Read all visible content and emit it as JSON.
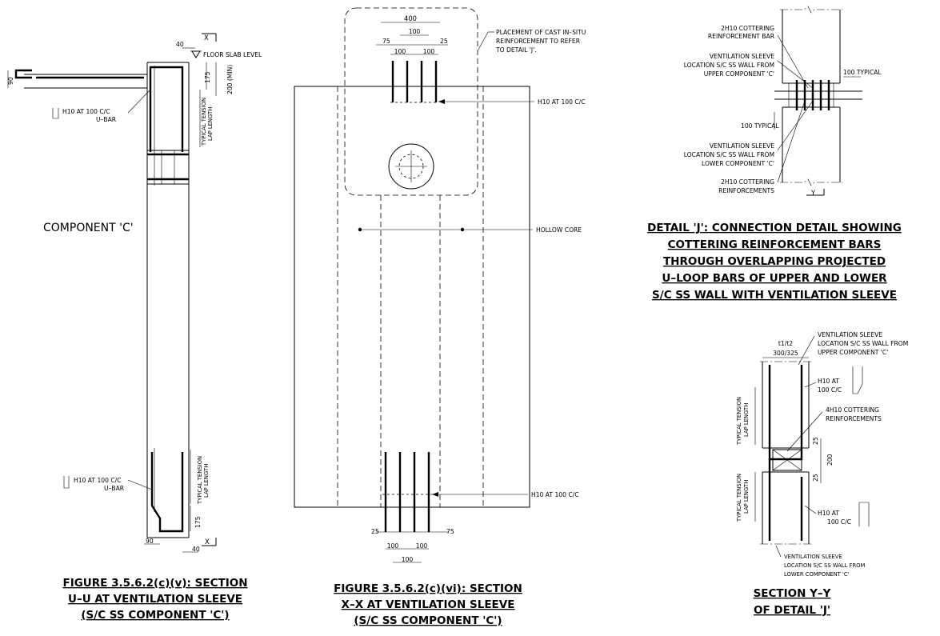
{
  "u_section": {
    "marker_top": "X",
    "marker_bottom": "X",
    "dim_40_top": "40",
    "dim_90_left": "90",
    "dim_175_top": "175",
    "dim_200_min": "200 (MIN)",
    "floor_slab_level": "FLOOR SLAB LEVEL",
    "ubar_note_top_1": "H10 AT 100 C/C",
    "ubar_note_top_2": "U–BAR",
    "lap_top_1": "TYPICAL TENSION",
    "lap_top_2": "LAP LENGTH",
    "component": "COMPONENT 'C'",
    "ubar_note_bot_1": "H10 AT 100 C/C",
    "ubar_note_bot_2": "U–BAR",
    "lap_bot_1": "TYPICAL TENSION",
    "lap_bot_2": "LAP LENGTH",
    "dim_175_bot": "175",
    "dim_90_bot": "90",
    "dim_40_bot": "40",
    "caption_1": "FIGURE 3.5.6.2(c)(v): SECTION",
    "caption_2": "U–U AT VENTILATION SLEEVE",
    "caption_3": "(S/C SS COMPONENT 'C')"
  },
  "x_section": {
    "dim_400": "400",
    "dim_100_a": "100",
    "dim_75": "75",
    "dim_25_top": "25",
    "dim_100_b": "100",
    "dim_100_c": "100",
    "placement_1": "PLACEMENT OF CAST IN–SITU",
    "placement_2": "REINFORCEMENT TO REFER",
    "placement_3": "TO DETAIL 'J'.",
    "h10_top": "H10 AT 100 C/C",
    "hollow_core": "HOLLOW CORE",
    "h10_bot": "H10 AT 100 C/C",
    "dim_25_bot": "25",
    "dim_75_bot": "75",
    "dim_100_d": "100",
    "dim_100_e": "100",
    "dim_100_f": "100",
    "caption_1": "FIGURE 3.5.6.2(c)(vi): SECTION",
    "caption_2": "X–X AT VENTILATION SLEEVE",
    "caption_3": "(S/C SS COMPONENT 'C')"
  },
  "detail_j": {
    "cottering_top_1": "2H10 COTTERING",
    "cottering_top_2": "REINFORCEMENT BAR",
    "sleeve_upper_1": "VENTILATION SLEEVE",
    "sleeve_upper_2": "LOCATION S/C SS WALL FROM",
    "sleeve_upper_3": "UPPER COMPONENT 'C'",
    "typical_100_right": "100 TYPICAL",
    "typical_100_left": "100 TYPICAL",
    "sleeve_lower_1": "VENTILATION SLEEVE",
    "sleeve_lower_2": "LOCATION S/C SS WALL FROM",
    "sleeve_lower_3": "LOWER COMPONENT 'C'",
    "cottering_bot_1": "2H10 COTTERING",
    "cottering_bot_2": "REINFORCEMENTS",
    "marker": "Y",
    "caption_1": "DETAIL 'J': CONNECTION DETAIL SHOWING",
    "caption_2": "COTTERING REINFORCEMENT BARS",
    "caption_3": "THROUGH OVERLAPPING PROJECTED",
    "caption_4": "U–LOOP BARS OF UPPER AND LOWER",
    "caption_5": "S/C SS WALL WITH VENTILATION SLEEVE"
  },
  "y_section": {
    "sleeve_upper_1": "VENTILATION SLEEVE",
    "sleeve_upper_2": "LOCATION S/C SS WALL FROM",
    "sleeve_upper_3": "UPPER COMPONENT 'C'",
    "thickness_1": "t1/t2",
    "thickness_2": "300/325",
    "h10_top_1": "H10 AT",
    "h10_top_2": "100 C/C",
    "cottering_1": "4H10 COTTERING",
    "cottering_2": "REINFORCEMENTS",
    "lap_top_1": "TYPICAL TENSION",
    "lap_top_2": "LAP LENGTH",
    "dim_25_a": "25",
    "dim_200": "200",
    "dim_25_b": "25",
    "lap_bot_1": "TYPICAL TENSION",
    "lap_bot_2": "LAP LENGTH",
    "h10_bot_1": "H10 AT",
    "h10_bot_2": "100 C/C",
    "sleeve_lower_1": "VENTILATION SLEEVE",
    "sleeve_lower_2": "LOCATION S/C SS WALL FROM",
    "sleeve_lower_3": "LOWER COMPONENT 'C'",
    "caption_1": "SECTION Y–Y",
    "caption_2": "OF DETAIL 'J'"
  }
}
